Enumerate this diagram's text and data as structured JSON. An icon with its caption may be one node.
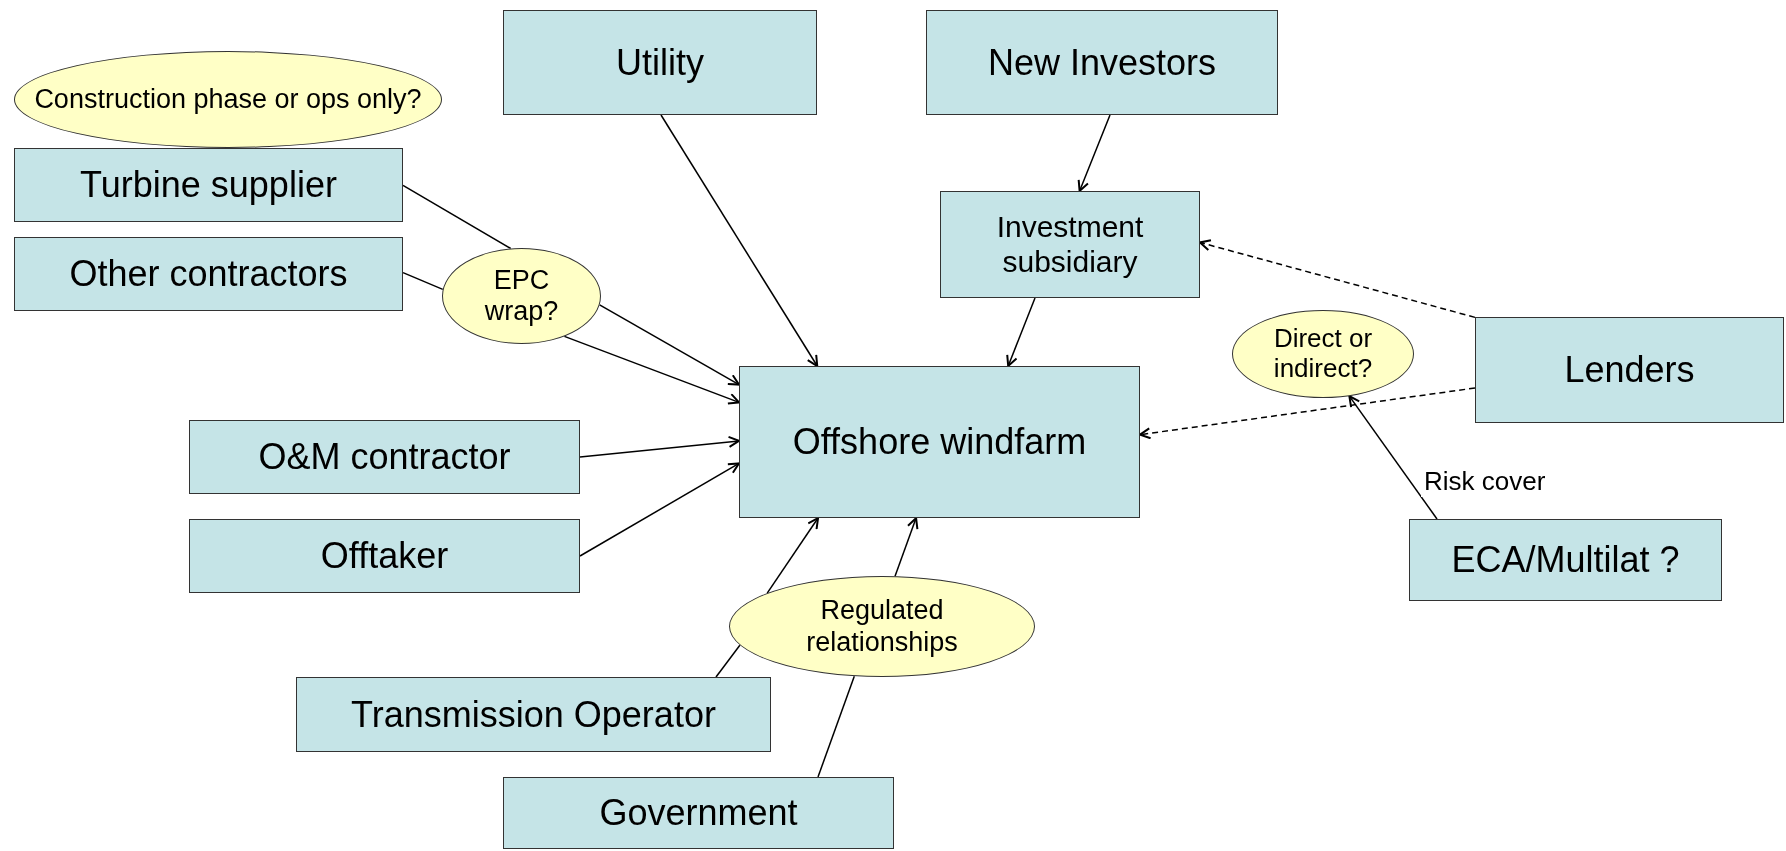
{
  "diagram": {
    "nodes": [
      {
        "text": [
          "Construction phase or ops only?"
        ]
      },
      {
        "text": [
          "Utility"
        ]
      },
      {
        "text": [
          "New Investors"
        ]
      },
      {
        "text": [
          "Turbine supplier"
        ]
      },
      {
        "text": [
          "Investment subsidiary"
        ]
      },
      {
        "text": [
          "Other contractors"
        ]
      },
      {
        "text": [
          "EPC wrap?"
        ]
      },
      {
        "text": [
          "Direct or indirect?"
        ]
      },
      {
        "text": [
          "Lenders"
        ]
      },
      {
        "text": [
          "Offshore windfarm"
        ]
      },
      {
        "text": [
          "O&M contractor"
        ]
      },
      {
        "text": [
          "Offtaker"
        ]
      },
      {
        "text": [
          "ECA/Multilat ?"
        ]
      },
      {
        "text": [
          "Regulated relationships"
        ]
      },
      {
        "text": [
          "Transmission Operator"
        ]
      },
      {
        "text": [
          "Government"
        ]
      }
    ],
    "edges": [
      {
        "from": 1,
        "to": 9,
        "arrow": "to"
      },
      {
        "from": 2,
        "to": 4,
        "arrow": "to"
      },
      {
        "from": 4,
        "to": 9,
        "arrow": "to"
      },
      {
        "from": 3,
        "to": 6,
        "arrow": "none"
      },
      {
        "from": 5,
        "to": 6,
        "arrow": "none"
      },
      {
        "from": 6,
        "to": 9,
        "arrow": "to"
      },
      {
        "from": 6,
        "to": 9,
        "arrow": "to"
      },
      {
        "from": 10,
        "to": 9,
        "arrow": "to"
      },
      {
        "from": 11,
        "to": 9,
        "arrow": "to"
      },
      {
        "from": 14,
        "to": 13,
        "arrow": "none"
      },
      {
        "from": 13,
        "to": 9,
        "arrow": "to"
      },
      {
        "from": 15,
        "to": 13,
        "arrow": "none"
      },
      {
        "from": 13,
        "to": 9,
        "arrow": "to"
      },
      {
        "from": 8,
        "to": 4,
        "arrow": "to",
        "style": "dashed"
      },
      {
        "from": 8,
        "to": 9,
        "arrow": "to",
        "style": "dashed"
      },
      {
        "from": 12,
        "to": 7,
        "arrow": "to",
        "label": "Risk cover"
      }
    ]
  }
}
